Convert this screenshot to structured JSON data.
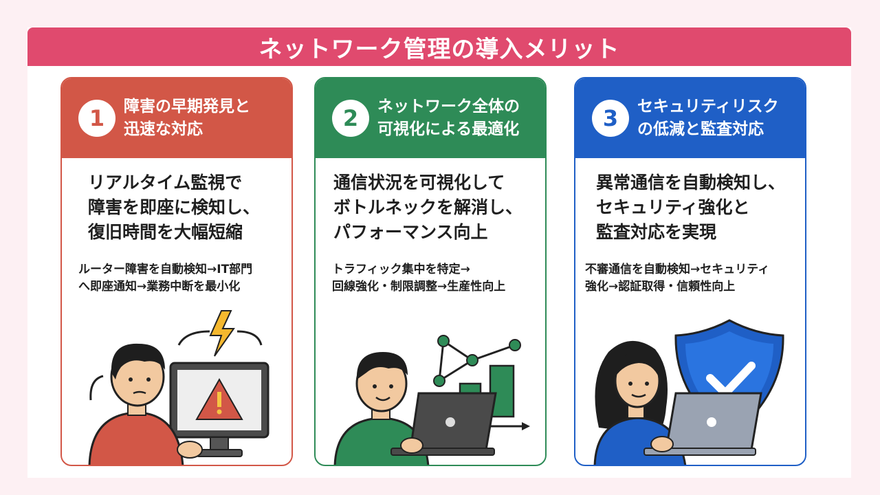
{
  "banner": {
    "title": "ネットワーク管理の導入メリット",
    "color": "#e04a6e"
  },
  "cards": [
    {
      "number": "1",
      "color": "#d25747",
      "title_lines": [
        "障害の早期発見と",
        "迅速な対応"
      ],
      "main_lines": [
        "リアルタイム監視で",
        "障害を即座に検知し、",
        "復旧時間を大幅短縮"
      ],
      "sub_lines": [
        "ルーター障害を自動検知→IT部門",
        "へ即座通知→業務中断を最小化"
      ],
      "illustration": "person-monitor-warning-icon"
    },
    {
      "number": "2",
      "color": "#2e8b57",
      "title_lines": [
        "ネットワーク全体の",
        "可視化による最適化"
      ],
      "main_lines": [
        "通信状況を可視化して",
        "ボトルネックを解消し、",
        "パフォーマンス向上"
      ],
      "sub_lines": [
        "トラフィック集中を特定→",
        "回線強化・制限調整→生産性向上"
      ],
      "illustration": "person-laptop-chart-icon"
    },
    {
      "number": "3",
      "color": "#1f5fc6",
      "title_lines": [
        "セキュリティリスク",
        "の低減と監査対応"
      ],
      "main_lines": [
        "異常通信を自動検知し、",
        "セキュリティ強化と",
        "監査対応を実現"
      ],
      "sub_lines": [
        "不審通信を自動検知→セキュリティ",
        "強化→認証取得・信頼性向上"
      ],
      "illustration": "person-laptop-shield-icon"
    }
  ]
}
